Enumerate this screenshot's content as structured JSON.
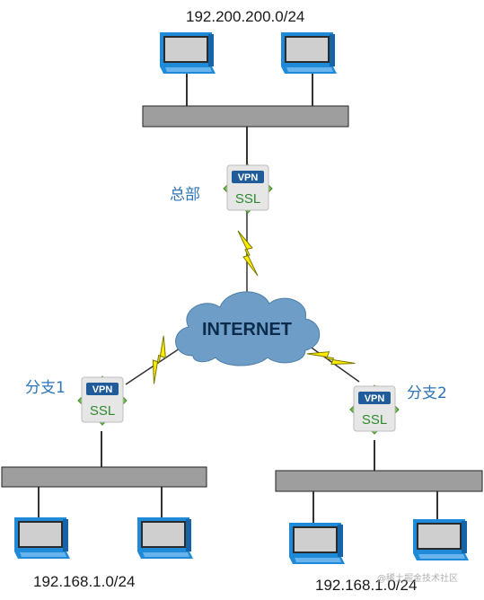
{
  "hq": {
    "network": "192.200.200.0/24",
    "label": "总部",
    "device": {
      "top": "VPN",
      "bottom": "SSL"
    }
  },
  "internet": {
    "label": "INTERNET"
  },
  "branch1": {
    "network": "192.168.1.0/24",
    "label": "分支1",
    "device": {
      "top": "VPN",
      "bottom": "SSL"
    }
  },
  "branch2": {
    "network": "192.168.1.0/24",
    "label": "分支2",
    "device": {
      "top": "VPN",
      "bottom": "SSL"
    }
  },
  "watermark": "@稀土掘金技术社区",
  "colors": {
    "switch_bar": "#9e9e9e",
    "monitor_blue": "#1e8ad8",
    "vpn_badge": "#1f5c99",
    "device_body": "#e6e6e6",
    "device_diamond": "#6cc04a",
    "cloud": "#6e9ec8",
    "lightning": "#ffeb00",
    "site_label": "#2e75b6"
  }
}
